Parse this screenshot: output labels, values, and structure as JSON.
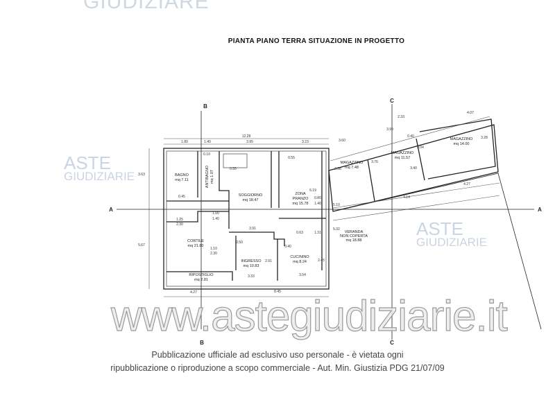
{
  "watermark_top": "GIUDIZIARE",
  "title": "PIANTA PIANO TERRA SITUAZIONE IN PROGETTO",
  "site_watermark": "www.astegiudiziarie.it",
  "aste_watermark": {
    "line1": "ASTE",
    "line2": "GIUDIZIARIE"
  },
  "footer": {
    "line1": "Pubblicazione ufficiale ad esclusivo uso personale - è vietata ogni",
    "line2": "ripubblicazione o riproduzione a scopo commerciale - Aut. Min. Giustizia PDG 21/07/09"
  },
  "section_marks": {
    "a_left": "A",
    "a_right": "A",
    "b_top": "B",
    "b_bottom": "B",
    "c_top": "C",
    "c_bottom": "C"
  },
  "rooms": {
    "bagno": {
      "name": "BAGNO",
      "area": "mq 7.11"
    },
    "antibagno": {
      "name": "ANTIBAGNO",
      "area": "mq 1.07"
    },
    "soggiorno": {
      "name": "SOGGIORNO",
      "area": "mq 18.47"
    },
    "zona_pranzo": {
      "name1": "ZONA",
      "name2": "PRANZO",
      "area": "mq 15.78"
    },
    "cortile": {
      "name": "CORTILE",
      "area": "mq 21.80"
    },
    "ingresso": {
      "name": "INGRESSO",
      "area": "mq 10.83"
    },
    "cucinino": {
      "name": "CUCININO",
      "area": "mq 8.24"
    },
    "ripostiglio": {
      "name": "RIPOSTIGLIO",
      "area": "mq 2.81"
    },
    "veranda": {
      "name1": "VERANDA",
      "name2": "NON COPERTA",
      "area": "mq 18.88"
    },
    "magazzino1": {
      "name": "MAGAZZINO",
      "area": "mq 7.48"
    },
    "magazzino2": {
      "name": "MAGAZZINO",
      "area": "mq 11.57"
    },
    "magazzino3": {
      "name": "MAGAZZINO",
      "area": "mq 14.00"
    }
  },
  "dimensions": [
    "12.28",
    "1.80",
    "1.40",
    "3.95",
    "3.23",
    "3.63",
    "5.67",
    "0.10",
    "0.55",
    "0.55",
    "0.45",
    "1.00",
    "1.40",
    "1.25",
    "2.30",
    "3.91",
    "0.50",
    "0.63",
    "1.31",
    "0.40",
    "1.10",
    "2.30",
    "2.91",
    "2.45",
    "3.33",
    "3.54",
    "4.27",
    "8.45",
    "6.19",
    "0.80",
    "1.40",
    "5.10",
    "5.32",
    "3.60",
    "3.90",
    "2.33",
    "4.07",
    "3.04",
    "3.28",
    "3.40",
    "4.14",
    "4.27",
    "2.58",
    "3.76",
    "0.40"
  ]
}
